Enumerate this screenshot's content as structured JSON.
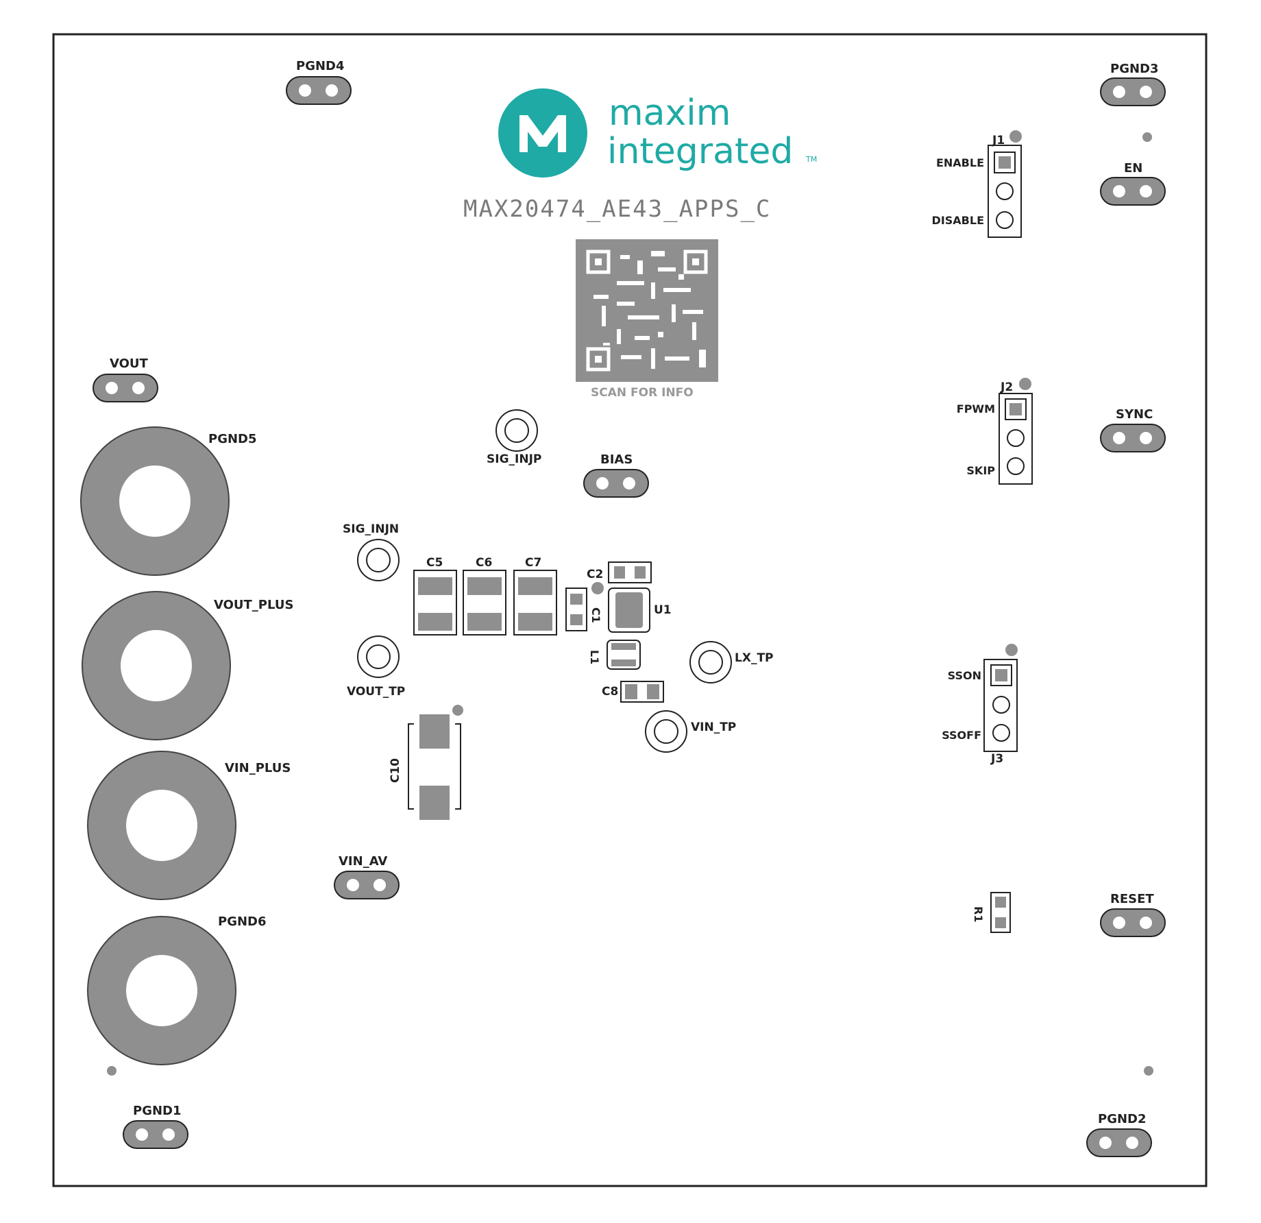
{
  "board": {
    "part_number": "MAX20474_AE43_APPS_C",
    "qr_caption": "SCAN FOR INFO",
    "logo": {
      "line1": "maxim",
      "line2": "integrated",
      "tm": "TM",
      "color": "#1faaa5"
    },
    "outline_color": "#222222",
    "copper_color": "#8f8f8f"
  },
  "pads": {
    "pgnd4": "PGND4",
    "pgnd3": "PGND3",
    "en": "EN",
    "vout": "VOUT",
    "sync": "SYNC",
    "bias": "BIAS",
    "vin_av": "VIN_AV",
    "reset": "RESET",
    "pgnd1": "PGND1",
    "pgnd2": "PGND2"
  },
  "terminals": {
    "pgnd5": "PGND5",
    "vout_plus": "VOUT_PLUS",
    "vin_plus": "VIN_PLUS",
    "pgnd6": "PGND6"
  },
  "test_points": {
    "sig_inj_top": "SIG_INJP",
    "sig_inj_left": "SIG_INJN",
    "vout_tp": "VOUT_TP",
    "lx_tp": "LX_TP",
    "vin_tp": "VIN_TP"
  },
  "jumpers": {
    "j1": {
      "ref": "J1",
      "top": "ENABLE",
      "bottom": "DISABLE"
    },
    "j2": {
      "ref": "J2",
      "top": "FPWM",
      "bottom": "SKIP"
    },
    "j3": {
      "ref": "J3",
      "top": "SSON",
      "bottom": "SSOFF"
    }
  },
  "components": {
    "c5": "C5",
    "c6": "C6",
    "c7": "C7",
    "c2": "C2",
    "u1": "U1",
    "c1": "C1",
    "l1": "L1",
    "c8": "C8",
    "c10": "C10",
    "r1": "R1"
  }
}
